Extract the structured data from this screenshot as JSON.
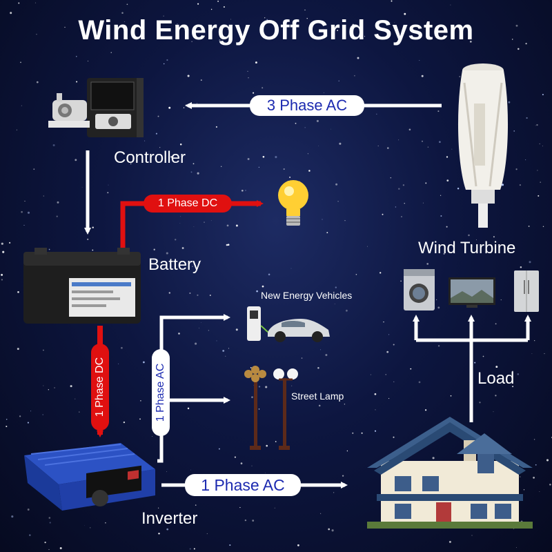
{
  "title": "Wind Energy Off Grid System",
  "labels": {
    "controller": "Controller",
    "battery": "Battery",
    "inverter": "Inverter",
    "wind_turbine": "Wind Turbine",
    "load": "Load",
    "new_energy_vehicles": "New Energy Vehicles",
    "street_lamp": "Street Lamp"
  },
  "connections": {
    "turbine_to_controller": "3 Phase AC",
    "battery_to_bulb": "1 Phase DC",
    "battery_to_inverter": "1 Phase DC",
    "inverter_branch": "1 Phase AC",
    "inverter_to_house": "1 Phase AC"
  },
  "colors": {
    "ac_line": "#ffffff",
    "dc_line": "#e01010",
    "ac_label_text": "#1c2ab0",
    "background": "#0d1640"
  }
}
